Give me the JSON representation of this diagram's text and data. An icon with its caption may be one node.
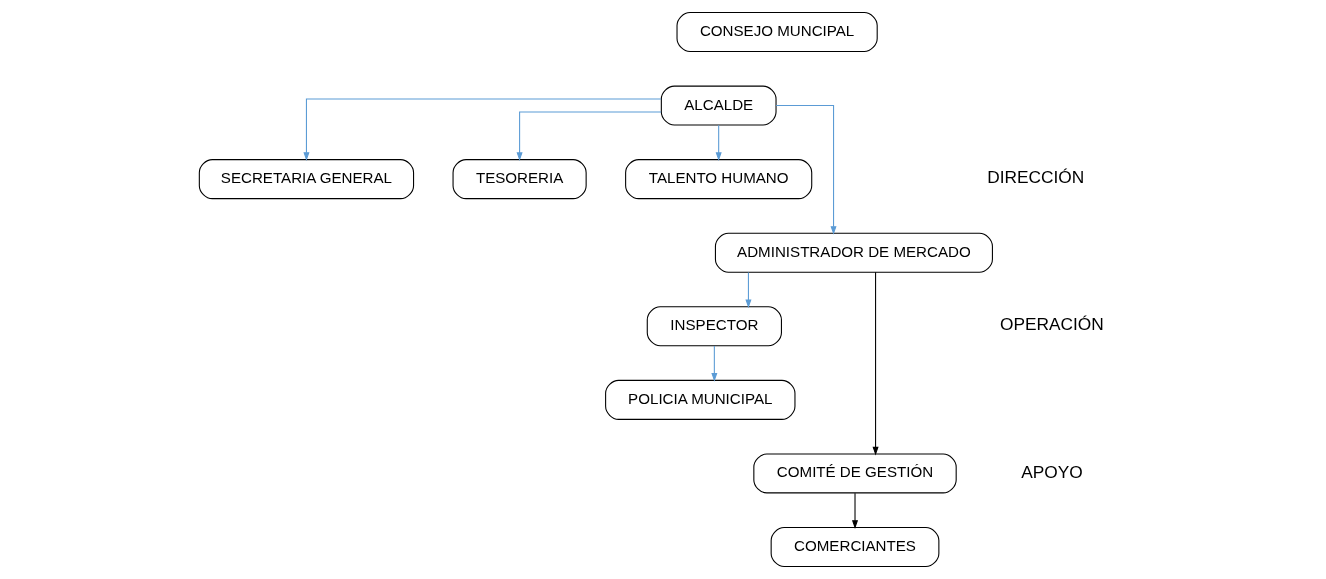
{
  "diagram": {
    "nodes": [
      {
        "text": [
          "CONSEJO MUNCIPAL"
        ]
      },
      {
        "text": [
          "ALCALDE"
        ]
      },
      {
        "text": [
          "SECRETARIA GENERAL"
        ]
      },
      {
        "text": [
          "TESORERIA"
        ]
      },
      {
        "text": [
          "TALENTO HUMANO"
        ]
      },
      {
        "text": [
          "ADMINISTRADOR DE MERCADO"
        ]
      },
      {
        "text": [
          "INSPECTOR"
        ]
      },
      {
        "text": [
          "POLICIA MUNICIPAL"
        ]
      },
      {
        "text": [
          "COMITÉ DE GESTIÓN"
        ]
      },
      {
        "text": [
          "COMERCIANTES"
        ]
      }
    ],
    "edges": [
      {
        "from": 1,
        "to": 2,
        "arrow": "to"
      },
      {
        "from": 1,
        "to": 3,
        "arrow": "to"
      },
      {
        "from": 1,
        "to": 4,
        "arrow": "to"
      },
      {
        "from": 1,
        "to": 5,
        "arrow": "to"
      },
      {
        "from": 5,
        "to": 6,
        "arrow": "to"
      },
      {
        "from": 6,
        "to": 7,
        "arrow": "to"
      },
      {
        "from": 5,
        "to": 8,
        "arrow": "to",
        "color": "#000000"
      },
      {
        "from": 8,
        "to": 9,
        "arrow": "to",
        "color": "#000000"
      }
    ],
    "labels": [
      "DIRECCIÓN",
      "OPERACIÓN",
      "APOYO"
    ]
  }
}
